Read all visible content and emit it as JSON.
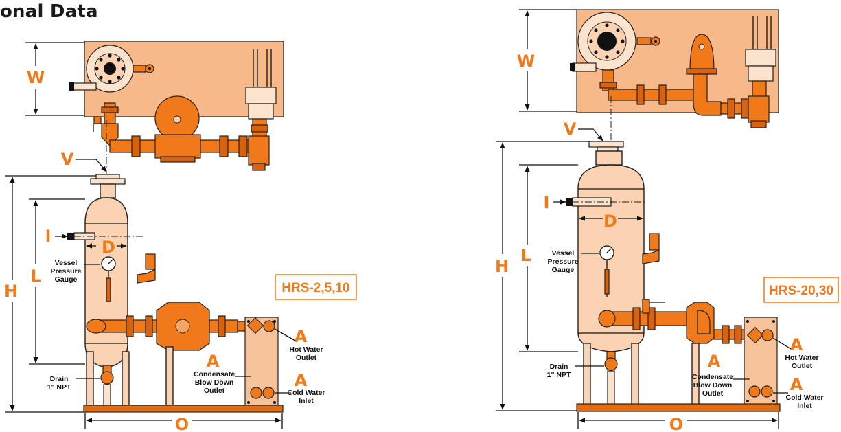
{
  "heading": "onal Data",
  "colors": {
    "orange": "#f07a1a",
    "panel": "#f8b98a",
    "vessel": "#fbd3b2",
    "dark_orange": "#e06c14"
  },
  "left": {
    "model": "HRS-2,5,10",
    "dims": {
      "W": "W",
      "V": "V",
      "H": "H",
      "L": "L",
      "I": "I",
      "D": "D",
      "O": "O"
    },
    "labels": {
      "gauge": [
        "Vessel",
        "Pressure",
        "Gauge"
      ],
      "drain": [
        "Drain",
        "1\" NPT"
      ],
      "condensate": [
        "Condensate",
        "Blow Down",
        "Outlet"
      ],
      "hot_water": [
        "Hot Water",
        "Outlet"
      ],
      "cold_water": [
        "Cold Water",
        "Inlet"
      ],
      "A": "A"
    }
  },
  "right": {
    "model": "HRS-20,30",
    "dims": {
      "W": "W",
      "V": "V",
      "H": "H",
      "L": "L",
      "I": "I",
      "D": "D",
      "O": "O"
    },
    "labels": {
      "gauge": [
        "Vessel",
        "Pressure",
        "Gauge"
      ],
      "drain": [
        "Drain",
        "1\" NPT"
      ],
      "condensate": [
        "Condensate",
        "Blow Down",
        "Outlet"
      ],
      "hot_water": [
        "Hot Water",
        "Outlet"
      ],
      "cold_water": [
        "Cold Water",
        "Inlet"
      ],
      "A": "A"
    }
  }
}
